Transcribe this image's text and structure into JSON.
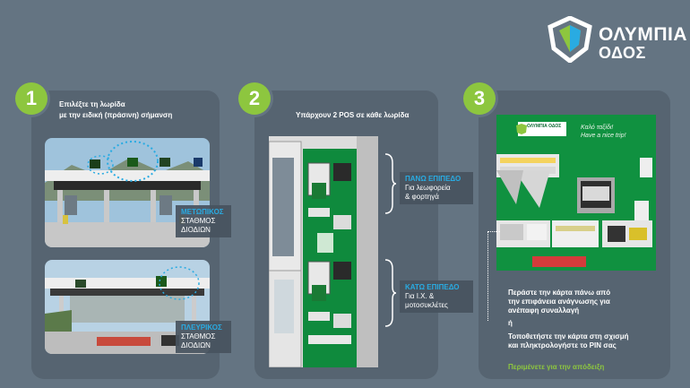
{
  "logo": {
    "line1": "ΟΛΥΜΠΙΑ",
    "line2": "ΟΔΟΣ"
  },
  "colors": {
    "background": "#647482",
    "panel": "#566471",
    "accent_green": "#8dc63f",
    "accent_blue": "#29abe2"
  },
  "steps": [
    {
      "number": "1",
      "title_line1": "Επιλέξτε τη λωρίδα",
      "title_line2": "με την ειδική (πράσινη) σήμανση",
      "labels": [
        {
          "blue": "ΜΕΤΩΠΙΚΟΣ",
          "white1": "ΣΤΑΘΜΟΣ",
          "white2": "ΔΙΟΔΙΩΝ"
        },
        {
          "blue": "ΠΛΕΥΡΙΚΟΣ",
          "white1": "ΣΤΑΘΜΟΣ",
          "white2": "ΔΙΟΔΙΩΝ"
        }
      ]
    },
    {
      "number": "2",
      "title": "Υπάρχουν 2 POS σε κάθε λωρίδα",
      "levels": [
        {
          "blue": "ΠΑΝΩ ΕΠΙΠΕΔΟ",
          "white1": "Για λεωφορεία",
          "white2": "& φορτηγά"
        },
        {
          "blue": "ΚΑΤΩ ΕΠΙΠΕΔΟ",
          "white1": "Για Ι.Χ. &",
          "white2": "μοτοσυκλέτες"
        }
      ]
    },
    {
      "number": "3",
      "sign_logo": "ΟΛΥΜΠΙΑ ΟΔΟΣ",
      "sign_text1": "Καλό ταξίδι!",
      "sign_text2": "Have a nice trip!",
      "instr1_line1": "Περάστε την κάρτα πάνω από",
      "instr1_line2": "την επιφάνεια ανάγνωσης για",
      "instr1_line3": "ανέπαφη συναλλαγή",
      "or": "ή",
      "instr2_line1": "Τοποθετήστε την κάρτα στη σχισμή",
      "instr2_line2": "και πληκτρολογήστε το PIN σας",
      "receipt": "Περιμένετε για την απόδειξη"
    }
  ]
}
